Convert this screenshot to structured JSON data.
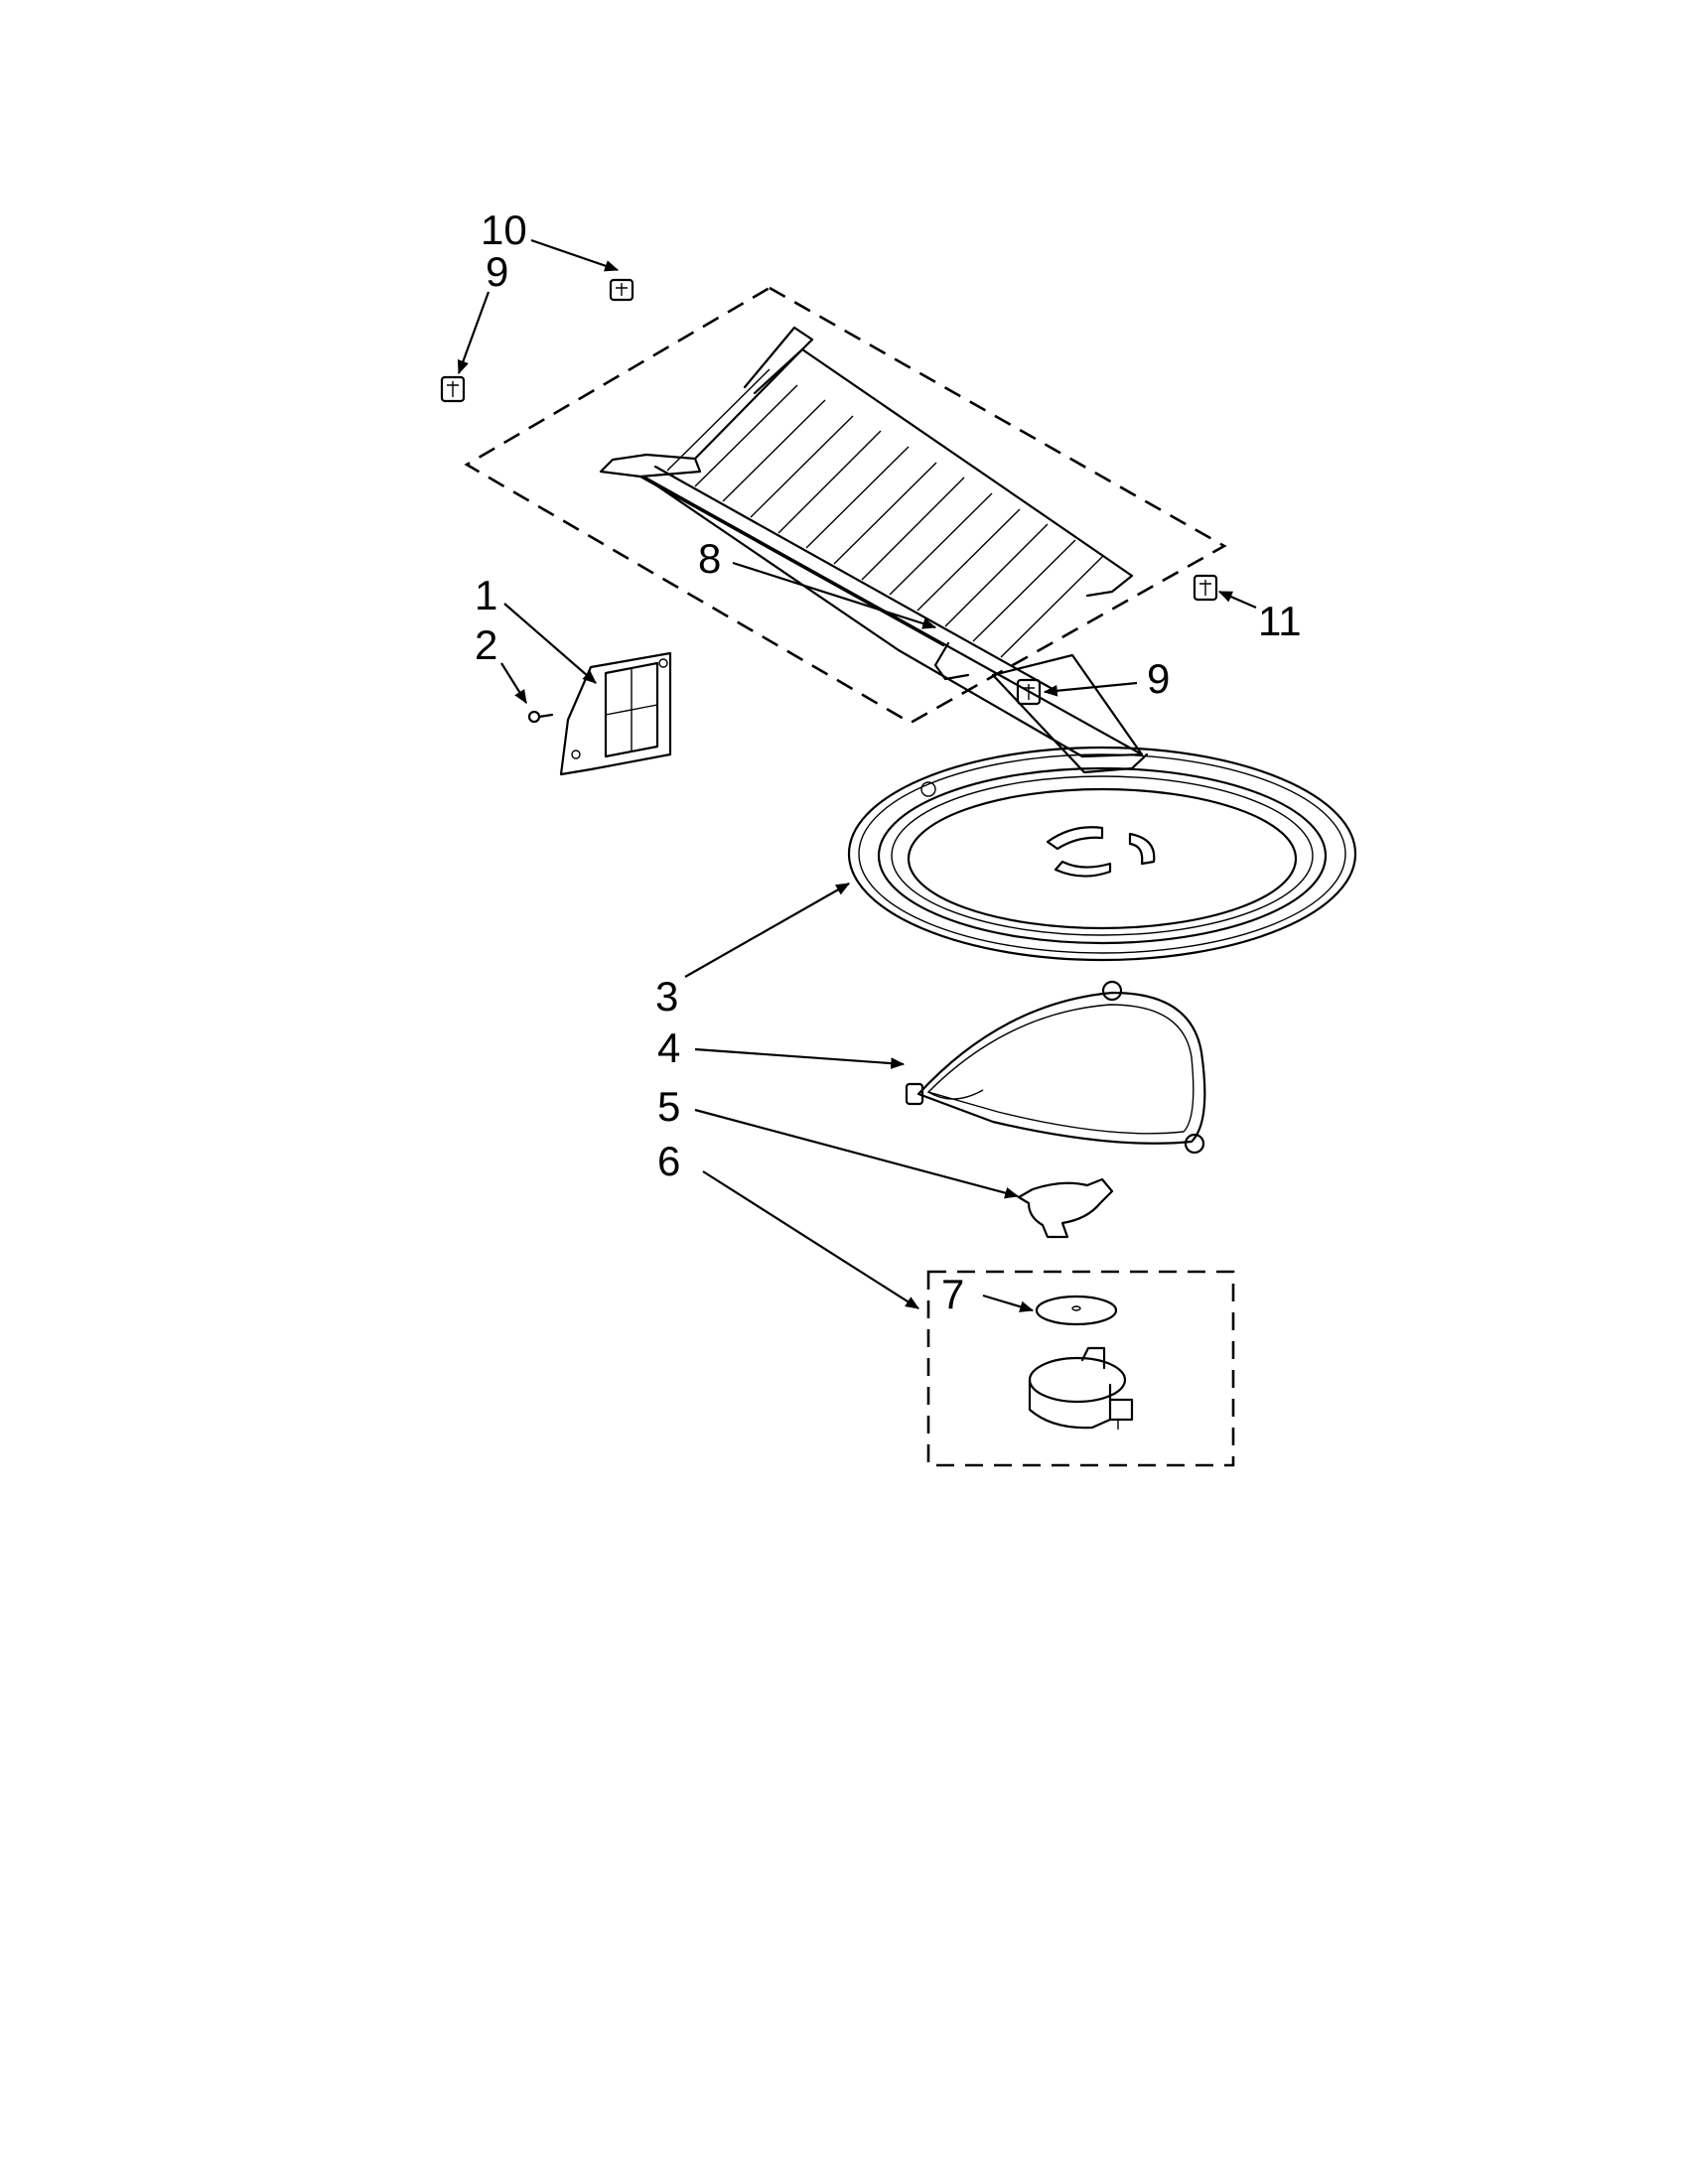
{
  "callouts": {
    "c1": "1",
    "c2": "2",
    "c3": "3",
    "c4": "4",
    "c5": "5",
    "c6": "6",
    "c7": "7",
    "c8": "8",
    "c9a": "9",
    "c9b": "9",
    "c10": "10",
    "c11": "11"
  },
  "colors": {
    "line": "#000000",
    "background": "#ffffff"
  },
  "icons": [
    "wire-rack",
    "rack-clip",
    "filter-grille",
    "screw",
    "turntable-tray",
    "roller-ring",
    "hub-coupler",
    "motor-disc",
    "turntable-motor"
  ]
}
